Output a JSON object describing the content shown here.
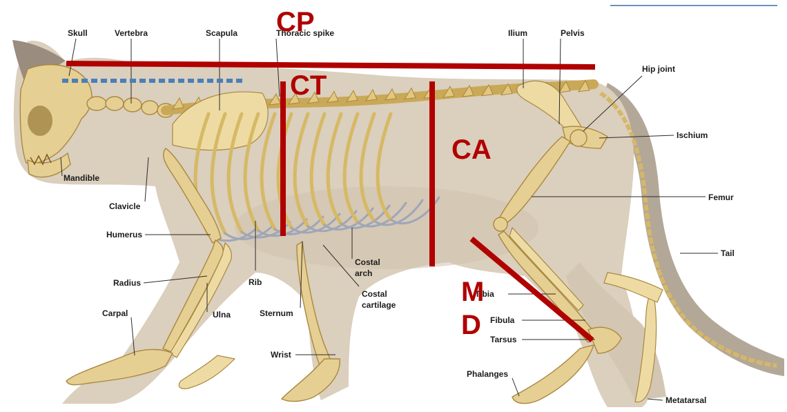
{
  "colors": {
    "marker": "#b00000",
    "dashed_marker": "#4a7fb8",
    "fur": "#dbcfbd",
    "fur_dark": "#a89c8e",
    "bone": "#e6cf92",
    "label": "#1b1b1b"
  },
  "markers": {
    "cp": "CP",
    "ct": "CT",
    "ca": "CA",
    "m": "M",
    "d": "D"
  },
  "labels": {
    "skull": "Skull",
    "vertebra": "Vertebra",
    "scapula": "Scapula",
    "thoracic_spike": "Thoracic spike",
    "ilium": "Ilium",
    "pelvis": "Pelvis",
    "hip_joint": "Hip joint",
    "ischium": "Ischium",
    "femur": "Femur",
    "tail": "Tail",
    "mandible": "Mandible",
    "clavicle": "Clavicle",
    "humerus": "Humerus",
    "radius": "Radius",
    "rib": "Rib",
    "carpal": "Carpal",
    "ulna": "Ulna",
    "sternum": "Sternum",
    "costal_arch_1": "Costal",
    "costal_arch_2": "arch",
    "costal_cartilage_1": "Costal",
    "costal_cartilage_2": "cartilage",
    "wrist": "Wrist",
    "tibia": "Tibia",
    "fibula": "Fibula",
    "tarsus": "Tarsus",
    "phalanges": "Phalanges",
    "metatarsal": "Metatarsal"
  }
}
